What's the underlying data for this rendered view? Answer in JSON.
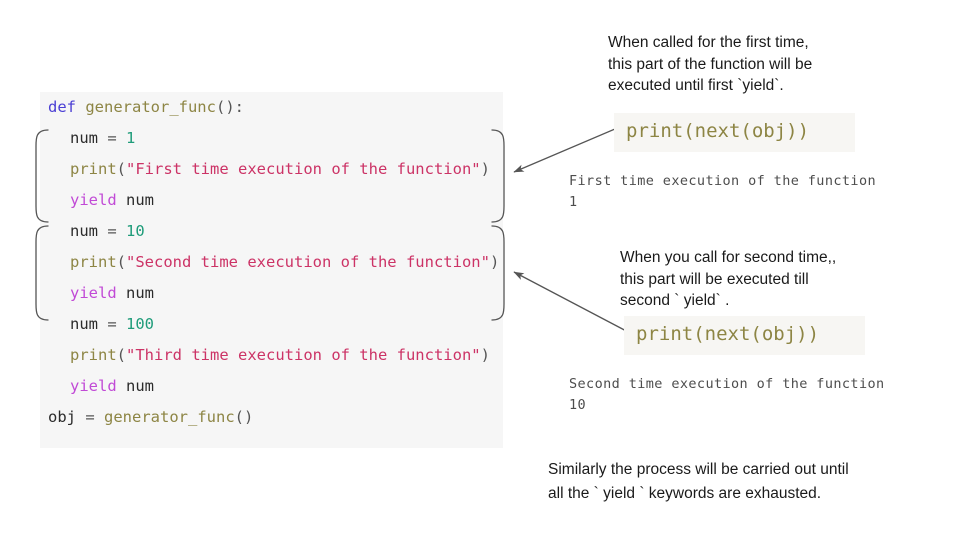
{
  "code_block": {
    "lines": [
      {
        "indent": false,
        "tokens": [
          {
            "t": "def ",
            "c": "kw"
          },
          {
            "t": "generator_func",
            "c": "fn"
          },
          {
            "t": "():",
            "c": "punct"
          }
        ]
      },
      {
        "indent": true,
        "tokens": [
          {
            "t": "num ",
            "c": "plain"
          },
          {
            "t": "= ",
            "c": "punct"
          },
          {
            "t": "1",
            "c": "num"
          }
        ]
      },
      {
        "indent": true,
        "tokens": [
          {
            "t": "print",
            "c": "fn"
          },
          {
            "t": "(",
            "c": "punct"
          },
          {
            "t": "\"First time execution of the function\"",
            "c": "str"
          },
          {
            "t": ")",
            "c": "punct"
          }
        ]
      },
      {
        "indent": true,
        "tokens": [
          {
            "t": "yield ",
            "c": "yield"
          },
          {
            "t": "num",
            "c": "plain"
          }
        ]
      },
      {
        "indent": true,
        "tokens": [
          {
            "t": "num ",
            "c": "plain"
          },
          {
            "t": "= ",
            "c": "punct"
          },
          {
            "t": "10",
            "c": "num"
          }
        ]
      },
      {
        "indent": true,
        "tokens": [
          {
            "t": "print",
            "c": "fn"
          },
          {
            "t": "(",
            "c": "punct"
          },
          {
            "t": "\"Second time execution of the function\"",
            "c": "str"
          },
          {
            "t": ")",
            "c": "punct"
          }
        ]
      },
      {
        "indent": true,
        "tokens": [
          {
            "t": "yield ",
            "c": "yield"
          },
          {
            "t": "num",
            "c": "plain"
          }
        ]
      },
      {
        "indent": true,
        "tokens": [
          {
            "t": "num ",
            "c": "plain"
          },
          {
            "t": "= ",
            "c": "punct"
          },
          {
            "t": "100",
            "c": "num"
          }
        ]
      },
      {
        "indent": true,
        "tokens": [
          {
            "t": "print",
            "c": "fn"
          },
          {
            "t": "(",
            "c": "punct"
          },
          {
            "t": "\"Third time execution of the function\"",
            "c": "str"
          },
          {
            "t": ")",
            "c": "punct"
          }
        ]
      },
      {
        "indent": true,
        "tokens": [
          {
            "t": "yield ",
            "c": "yield"
          },
          {
            "t": "num",
            "c": "plain"
          }
        ]
      },
      {
        "indent": false,
        "tokens": [
          {
            "t": "obj ",
            "c": "plain"
          },
          {
            "t": "= ",
            "c": "punct"
          },
          {
            "t": "generator_func",
            "c": "fn"
          },
          {
            "t": "()",
            "c": "punct"
          }
        ]
      }
    ]
  },
  "annotations": {
    "first_call_note": "When called for the first time,\nthis part of the function will be\nexecuted until first `yield`.",
    "second_call_note": "When you call for second time,,\nthis part will be executed till\nsecond ` yield` .",
    "closing_note": "Similarly the process will be carried out until\nall the ` yield ` keywords are exhausted."
  },
  "snippets": {
    "first_call_code_prefix": "print(",
    "first_call_code_inner": "next(obj)",
    "first_call_code_suffix": ")",
    "first_call_code": "print(next(obj))",
    "second_call_code": "print(next(obj))"
  },
  "console": {
    "first_output": "First time execution of the function\n1",
    "second_output": "Second time execution of the function\n10"
  },
  "colors": {
    "code_background": "#f6f6f6",
    "snippet_background": "#f7f6f3",
    "keyword": "#4b3fd4",
    "function": "#8d8544",
    "string": "#cc3366",
    "number": "#1f9c7a",
    "yield_keyword": "#c14ad6",
    "text": "#1a1a1a",
    "console_text": "#4d4d4d",
    "stroke": "#555555"
  }
}
